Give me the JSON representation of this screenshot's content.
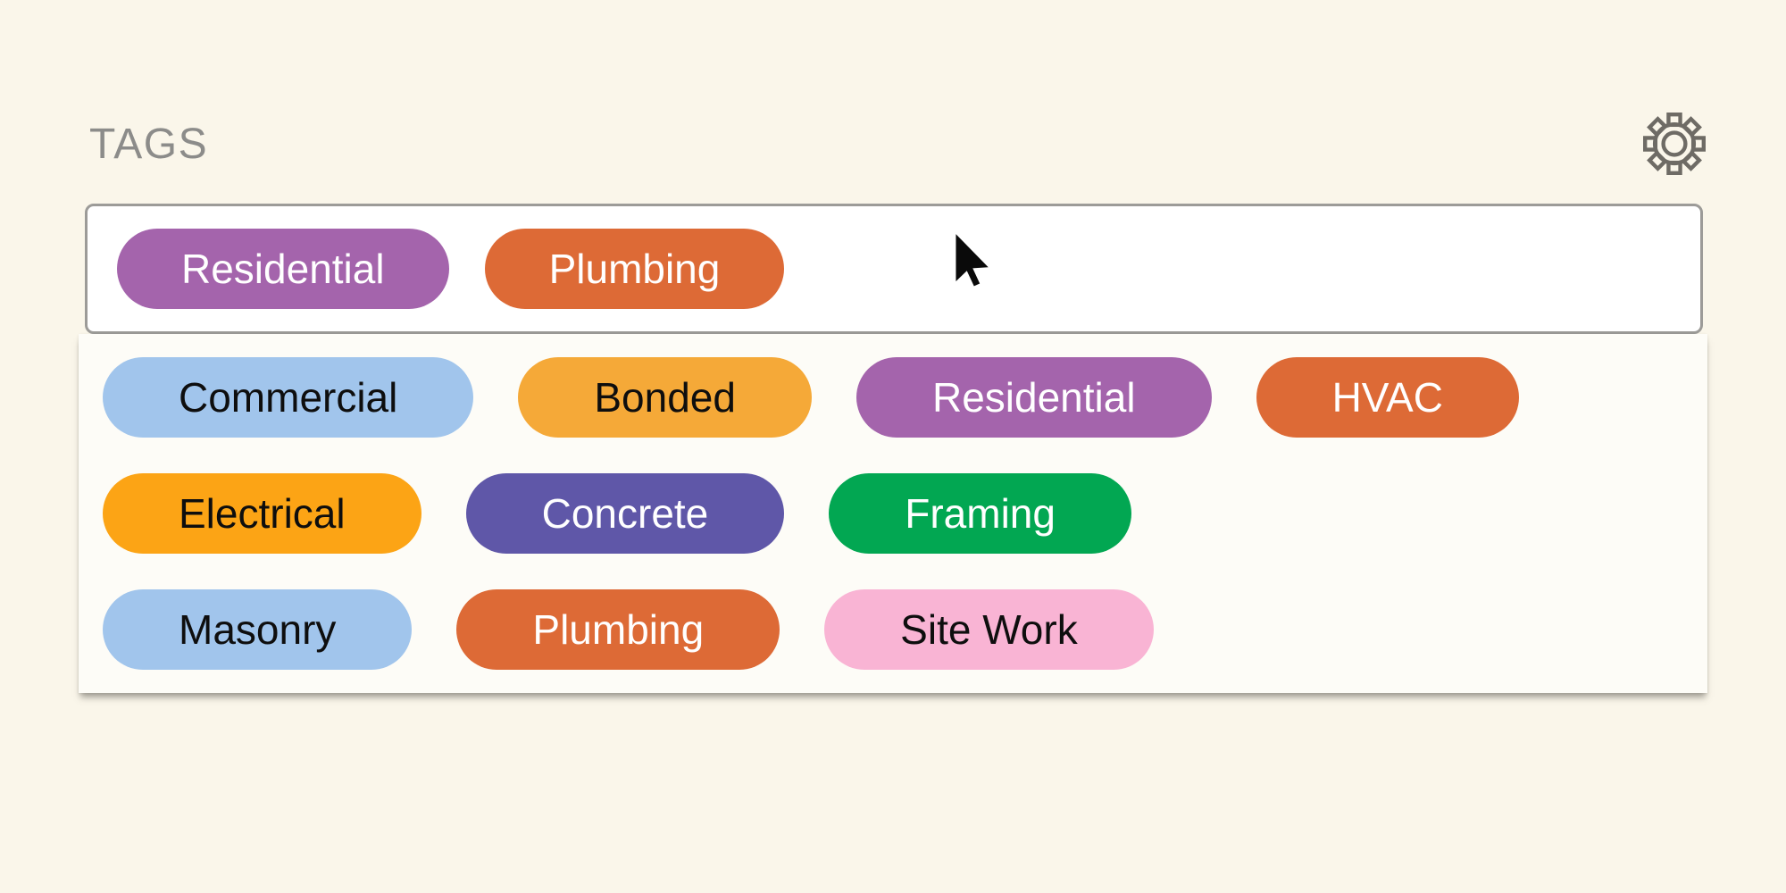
{
  "page": {
    "background": "#FAF6EA"
  },
  "header": {
    "label": "TAGS",
    "label_color": "#8C8C8A",
    "icon": "gear-icon",
    "icon_color": "#6E6B65"
  },
  "tag_input": {
    "selected_tags": [
      {
        "label": "Residential",
        "bg": "#A464AC",
        "text": "#FFFFFF"
      },
      {
        "label": "Plumbing",
        "bg": "#DD6A36",
        "text": "#FFFFFF"
      }
    ]
  },
  "dropdown": {
    "background": "#FDFCF7",
    "rows": [
      [
        {
          "label": "Commercial",
          "bg": "#A1C5EC",
          "text": "#0E0E0E"
        },
        {
          "label": "Bonded",
          "bg": "#F5A938",
          "text": "#0E0E0E"
        },
        {
          "label": "Residential",
          "bg": "#A464AC",
          "text": "#FFFFFF"
        },
        {
          "label": "HVAC",
          "bg": "#DD6A36",
          "text": "#FFFFFF"
        }
      ],
      [
        {
          "label": "Electrical",
          "bg": "#FCA415",
          "text": "#0E0E0E"
        },
        {
          "label": "Concrete",
          "bg": "#5F57A8",
          "text": "#FFFFFF"
        },
        {
          "label": "Framing",
          "bg": "#02A752",
          "text": "#FFFFFF"
        }
      ],
      [
        {
          "label": "Masonry",
          "bg": "#A1C5EC",
          "text": "#0E0E0E"
        },
        {
          "label": "Plumbing",
          "bg": "#DD6A36",
          "text": "#FFFFFF"
        },
        {
          "label": "Site Work",
          "bg": "#F9B4D4",
          "text": "#0E0E0E"
        }
      ]
    ]
  },
  "cursor": {
    "icon": "arrow-pointer"
  }
}
